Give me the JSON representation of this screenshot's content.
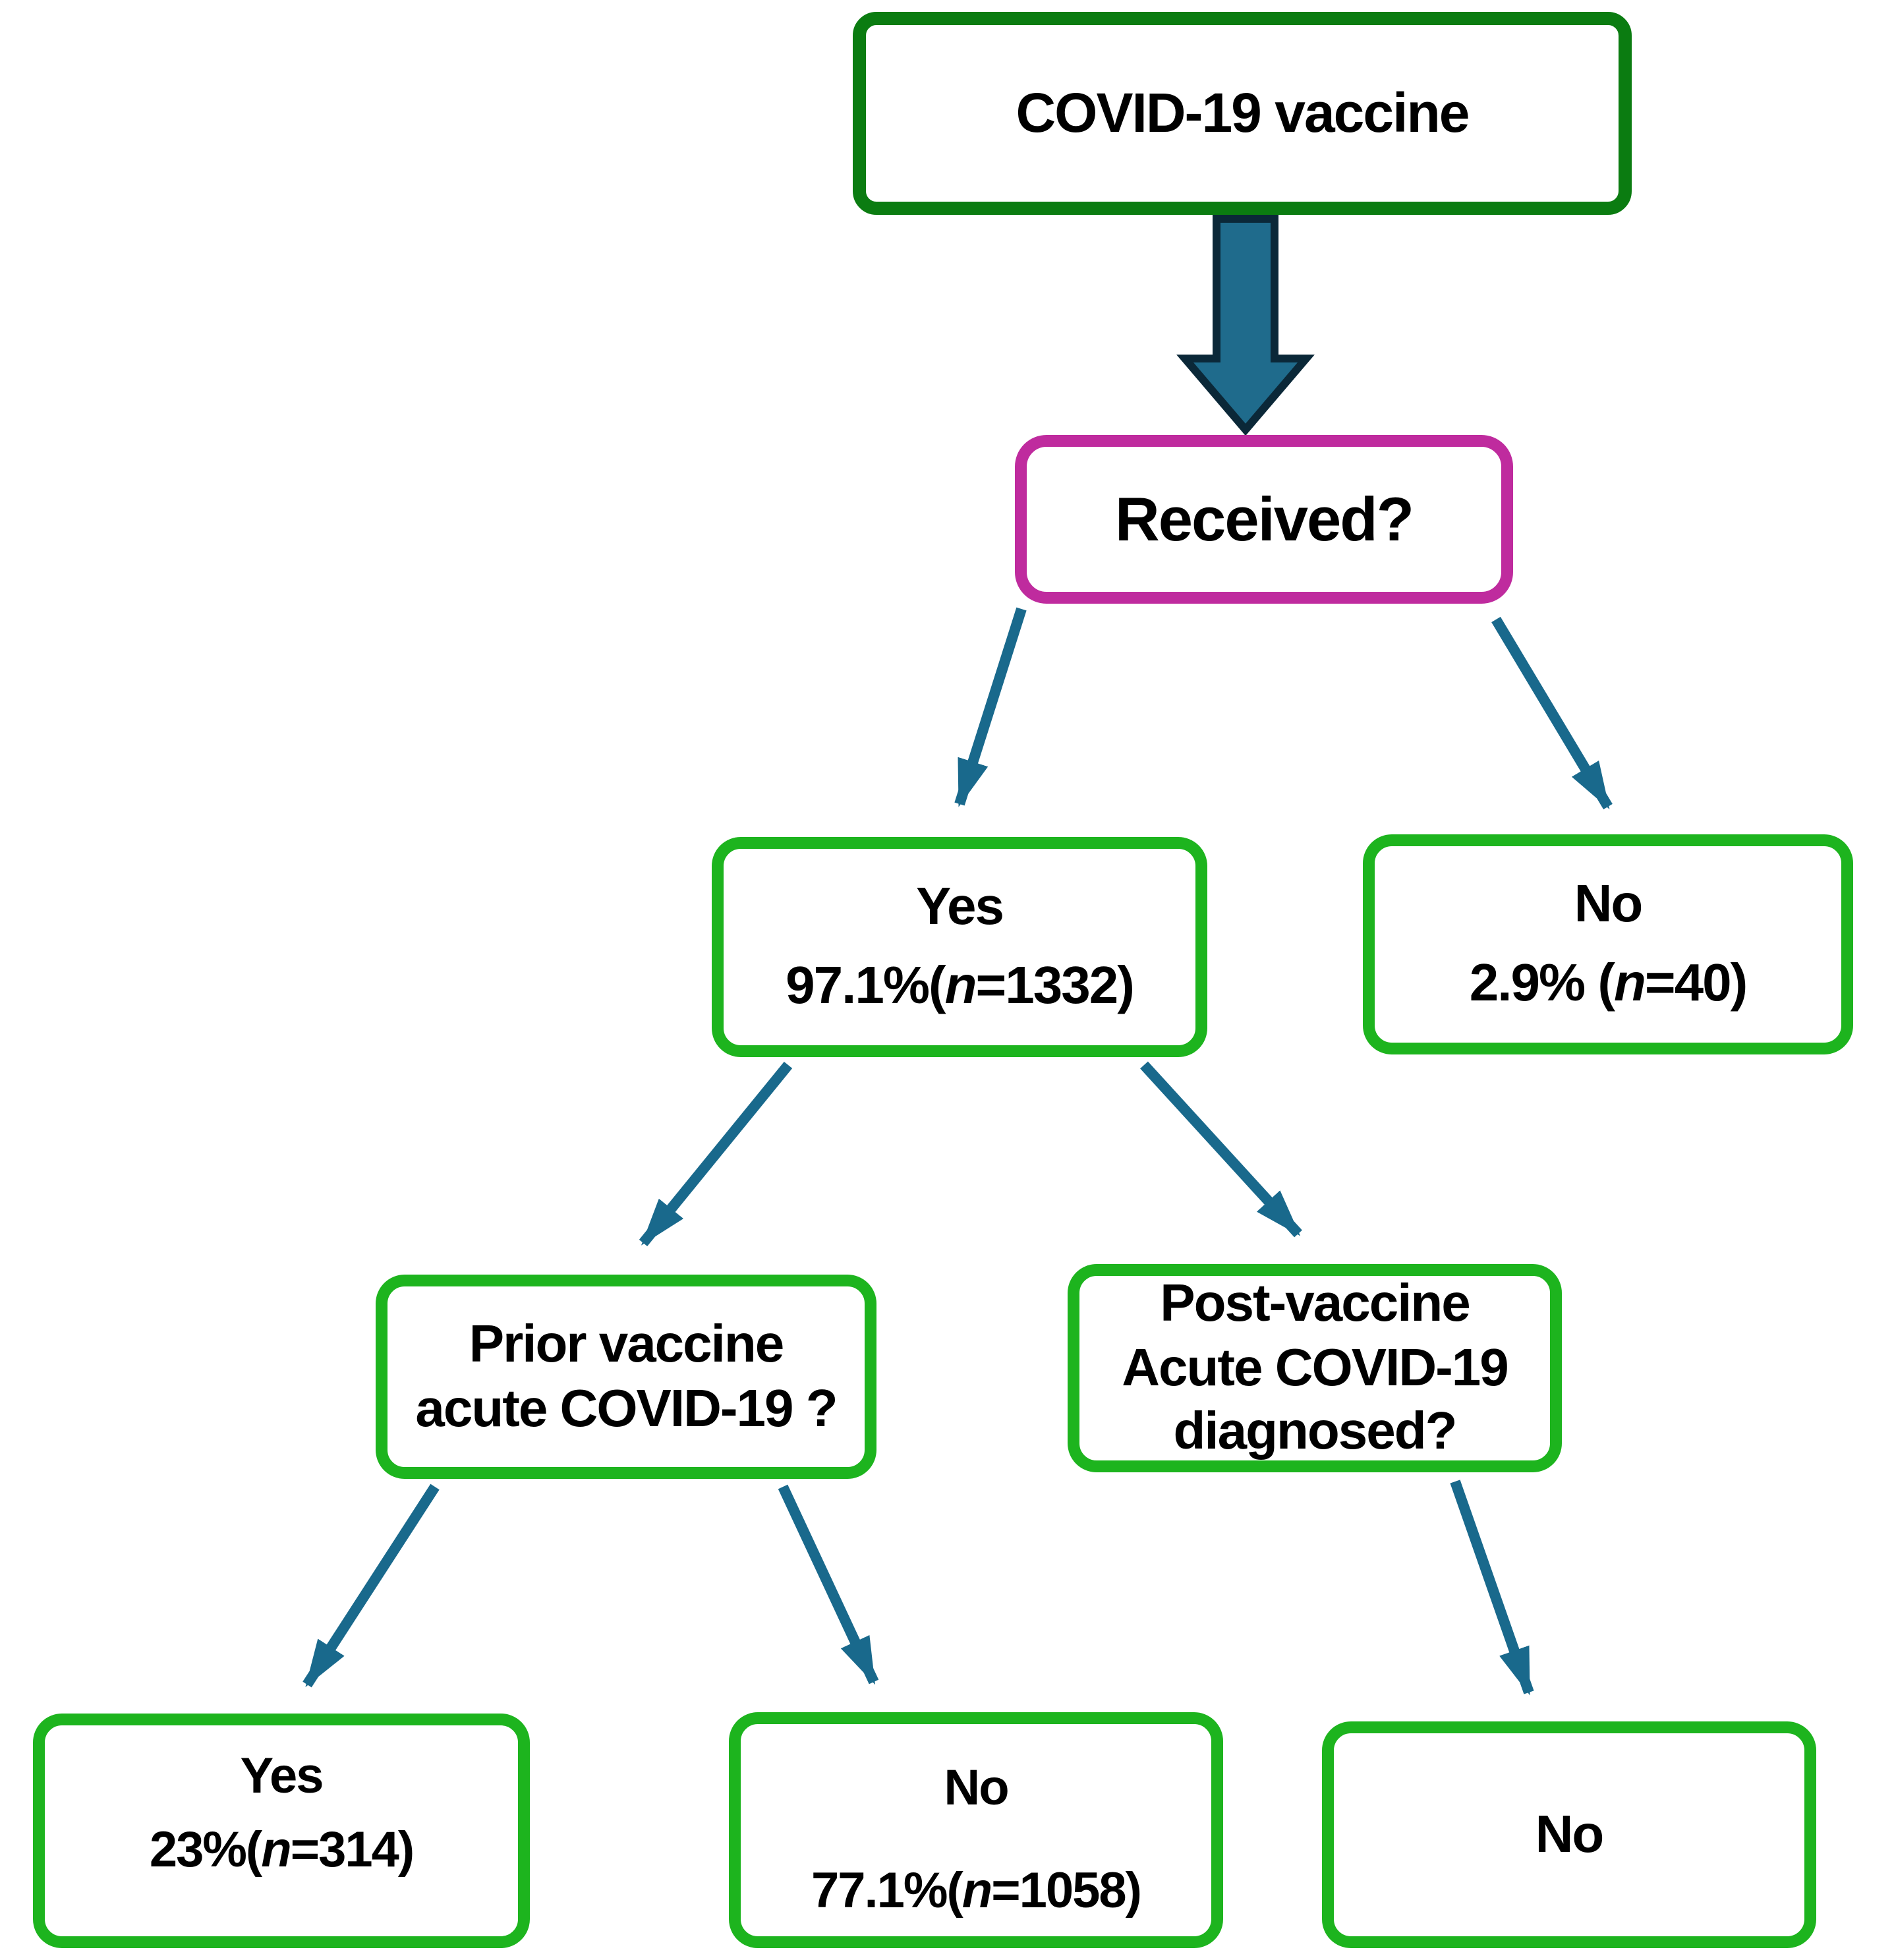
{
  "diagram": {
    "title_box": {
      "label": "COVID-19 vaccine"
    },
    "received_box": {
      "label": "Received?"
    },
    "yes_box": {
      "label": "Yes",
      "stat": "97.1%(n=1332)"
    },
    "no_box": {
      "label": "No",
      "stat": "2.9% (n=40)"
    },
    "prior_box": {
      "label": "Prior vaccine\nacute COVID-19 ?"
    },
    "post_box": {
      "label": "Post-vaccine\nAcute COVID-19\ndiagnosed?"
    },
    "prior_yes_box": {
      "label": "Yes",
      "stat": "23%(n=314)"
    },
    "prior_no_box": {
      "label": "No",
      "stat": "77.1%(n=1058)"
    },
    "post_no_box": {
      "label": "No"
    },
    "colors": {
      "dark_green": "#0b7c11",
      "green": "#1db41e",
      "magenta": "#bf2b9e",
      "teal": "#19698c",
      "arrow_outline": "#0b2838",
      "text": "#000000"
    }
  }
}
